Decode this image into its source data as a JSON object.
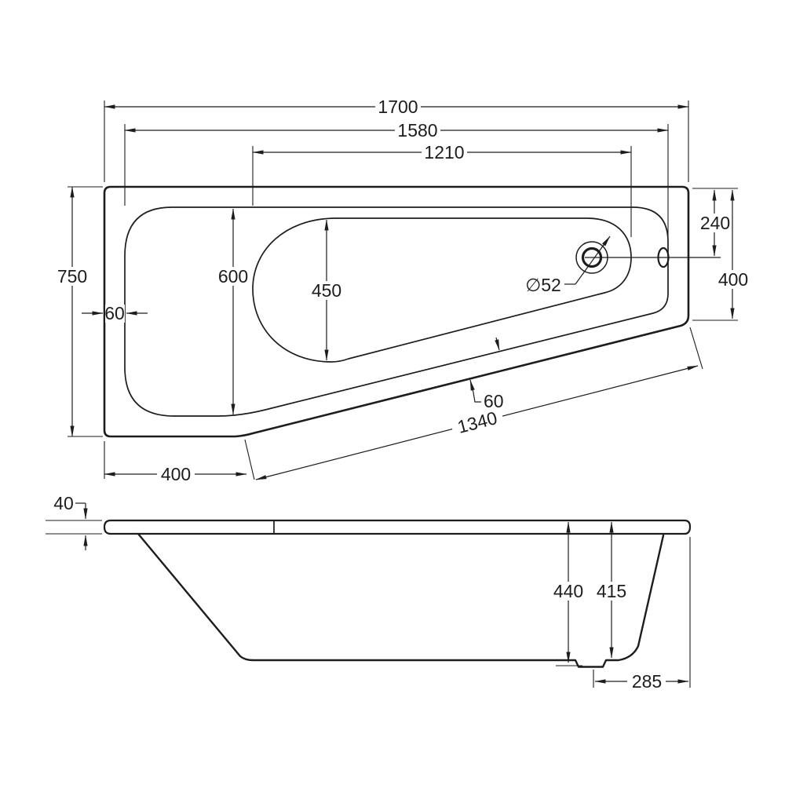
{
  "drawing": {
    "type": "technical-drawing",
    "subject": "offset space-saver bath, plan and side elevation",
    "colors": {
      "ink": "#1d1d1d",
      "paper": "#ffffff"
    },
    "plan": {
      "overall_length": "1700",
      "rim_inner_length": "1580",
      "well_length": "1210",
      "overall_width": "750",
      "rim_inner_width": "600",
      "well_width": "450",
      "rim_thickness_left": "60",
      "rim_thickness_diagonal": "60",
      "foot_end_length": "400",
      "waste_centre_from_top": "240",
      "tap_end_width": "400",
      "diagonal_edge_length": "1340",
      "waste_diameter": "∅52"
    },
    "side": {
      "rim_thickness": "40",
      "overall_height": "440",
      "internal_height": "415",
      "waste_to_end": "285"
    }
  }
}
